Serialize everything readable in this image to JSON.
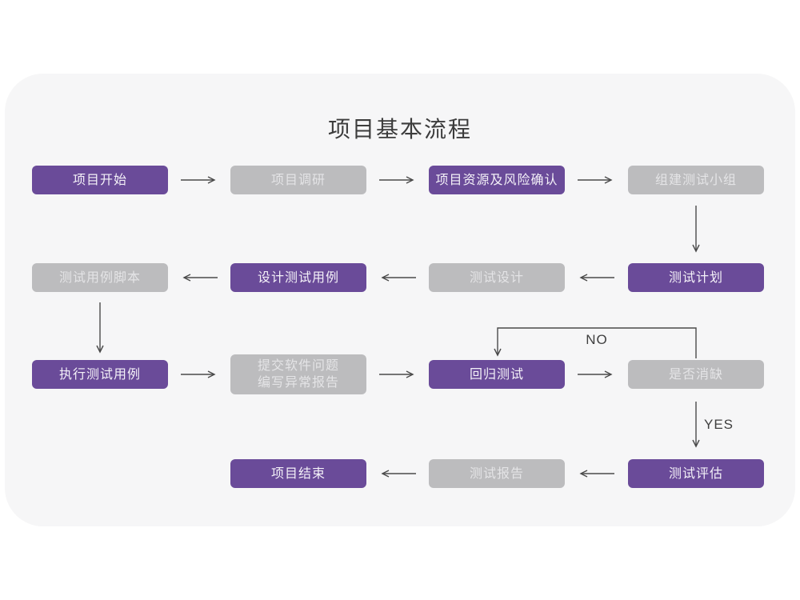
{
  "title": "项目基本流程",
  "flowchart": {
    "nodes": [
      {
        "id": "project-start",
        "label": "项目开始",
        "variant": "purple"
      },
      {
        "id": "project-research",
        "label": "项目调研",
        "variant": "gray"
      },
      {
        "id": "resource-risk",
        "label": "项目资源及风险确认",
        "variant": "purple"
      },
      {
        "id": "build-test-team",
        "label": "组建测试小组",
        "variant": "gray"
      },
      {
        "id": "test-plan",
        "label": "测试计划",
        "variant": "purple"
      },
      {
        "id": "test-design",
        "label": "测试设计",
        "variant": "gray"
      },
      {
        "id": "design-test-cases",
        "label": "设计测试用例",
        "variant": "purple"
      },
      {
        "id": "test-case-script",
        "label": "测试用例脚本",
        "variant": "gray"
      },
      {
        "id": "run-test-cases",
        "label": "执行测试用例",
        "variant": "purple"
      },
      {
        "id": "submit-issue-report",
        "label": "提交软件问题\n编写异常报告",
        "variant": "gray"
      },
      {
        "id": "regression-test",
        "label": "回归测试",
        "variant": "purple"
      },
      {
        "id": "defect-cleared",
        "label": "是否消缺",
        "variant": "gray"
      },
      {
        "id": "test-evaluation",
        "label": "测试评估",
        "variant": "purple"
      },
      {
        "id": "test-report",
        "label": "测试报告",
        "variant": "gray"
      },
      {
        "id": "project-end",
        "label": "项目结束",
        "variant": "purple"
      }
    ],
    "decision_labels": {
      "no": "NO",
      "yes": "YES"
    }
  },
  "colors": {
    "purple": "#6a4b99",
    "gray": "#bcbcbe",
    "card_bg": "#f6f6f7",
    "arrow": "#4a4a4a",
    "title_color": "#3c3c3c"
  }
}
